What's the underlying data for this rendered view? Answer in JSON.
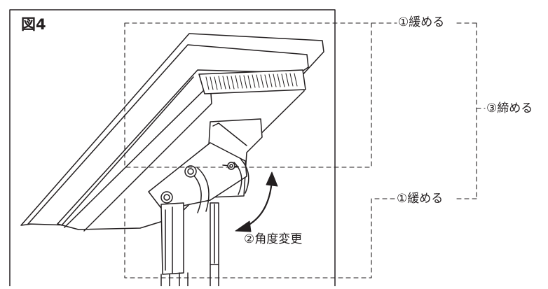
{
  "figure": {
    "label": "図4"
  },
  "callouts": {
    "loosen_top": "①緩める",
    "tighten": "③締める",
    "loosen_bottom": "①緩める",
    "angle_change": "②角度変更"
  },
  "colors": {
    "line": "#231f20",
    "background": "#ffffff"
  }
}
